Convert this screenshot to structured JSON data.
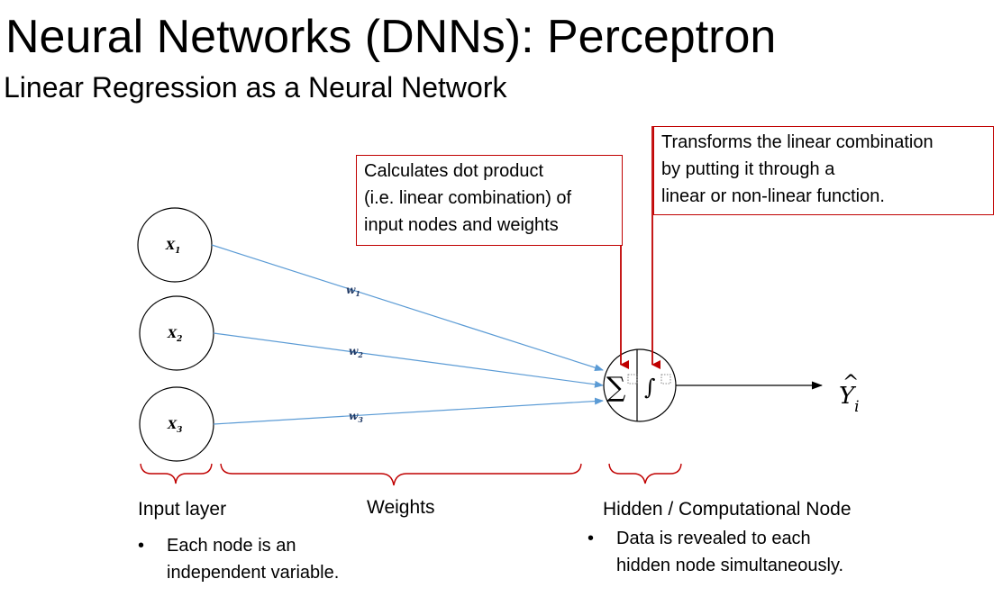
{
  "title": "Neural Networks (DNNs): Perceptron",
  "subtitle": "Linear Regression as a Neural Network",
  "callouts": {
    "dot_product": [
      "Calculates dot product",
      "(i.e. linear combination) of",
      "input nodes and weights"
    ],
    "function": [
      "Transforms the linear combination",
      "by putting it through a",
      "linear or non-linear function."
    ]
  },
  "inputs": [
    {
      "var": "X",
      "sub": "1"
    },
    {
      "var": "X",
      "sub": "2"
    },
    {
      "var": "X",
      "sub": "3"
    }
  ],
  "weights": [
    {
      "var": "w",
      "sub": "1"
    },
    {
      "var": "w",
      "sub": "2"
    },
    {
      "var": "w",
      "sub": "3"
    }
  ],
  "node": {
    "sum_symbol": "∑",
    "integral_symbol": "∫"
  },
  "output": {
    "var": "Y",
    "hat": "^",
    "sub": "i"
  },
  "labels": {
    "input_layer": "Input layer",
    "weights": "Weights",
    "hidden_node": "Hidden / Computational Node"
  },
  "bullets": {
    "input_layer": {
      "marker": "•",
      "lines": [
        "Each node is an",
        "independent variable."
      ]
    },
    "hidden_node": {
      "marker": "•",
      "lines": [
        "Data is revealed to each",
        "hidden node simultaneously."
      ]
    }
  },
  "colors": {
    "callout_border": "#c00000",
    "arrow_red": "#c00000",
    "edge_blue": "#5b9bd5",
    "weight_text": "#1f3864"
  }
}
